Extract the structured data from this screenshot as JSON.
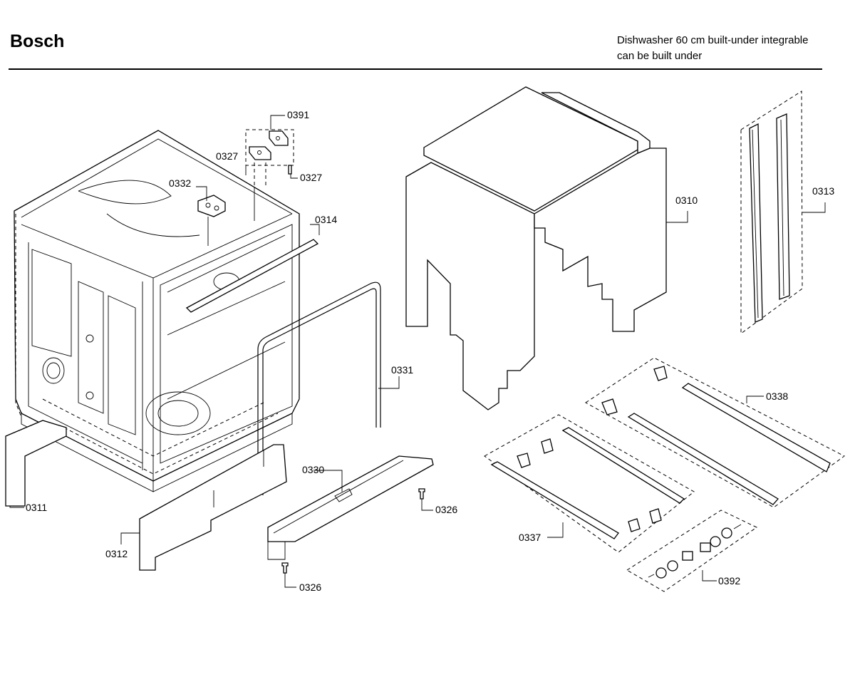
{
  "header": {
    "brand": "Bosch",
    "description_line1": "Dishwasher 60 cm built-under integrable",
    "description_line2": "can be built under"
  },
  "parts": {
    "p0391": "0391",
    "p0327a": "0327",
    "p0327b": "0327",
    "p0332": "0332",
    "p0314": "0314",
    "p0310": "0310",
    "p0313": "0313",
    "p0331": "0331",
    "p0338": "0338",
    "p0330": "0330",
    "p0326a": "0326",
    "p0326b": "0326",
    "p0311": "0311",
    "p0312": "0312",
    "p0337": "0337",
    "p0392": "0392"
  }
}
